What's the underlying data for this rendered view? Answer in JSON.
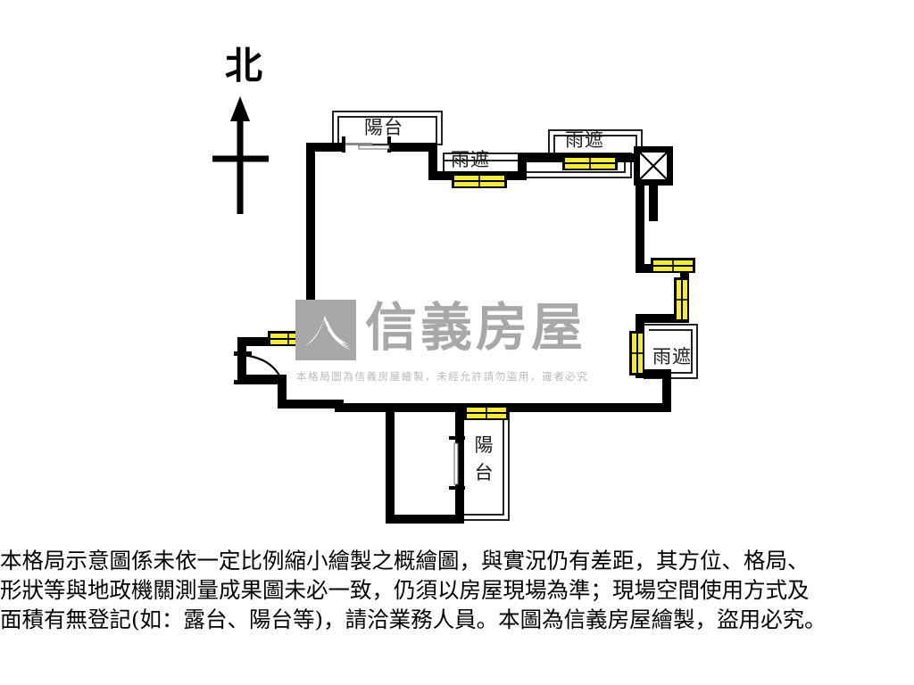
{
  "document": {
    "type": "real-estate-floor-plan",
    "title": "信義房屋 格局圖"
  },
  "compass": {
    "label": "北",
    "icon": "north-arrow-icon",
    "direction": "up"
  },
  "plan": {
    "wall_color": "#000000",
    "window_fill": "#f2ea3c",
    "window_stroke": "#000000",
    "thin_line_color": "#222222",
    "labels": {
      "balcony_top": "陽台",
      "rain_shelter_top_center": "雨遮",
      "rain_shelter_top_right": "雨遮",
      "rain_shelter_right": "雨遮",
      "balcony_bottom": "陽台"
    },
    "elements": [
      {
        "name": "balcony-top",
        "label": "陽台",
        "kind": "balcony"
      },
      {
        "name": "rain-shelter-top-center",
        "label": "雨遮",
        "kind": "rain-shelter"
      },
      {
        "name": "rain-shelter-top-right",
        "label": "雨遮",
        "kind": "rain-shelter"
      },
      {
        "name": "rain-shelter-right",
        "label": "雨遮",
        "kind": "rain-shelter"
      },
      {
        "name": "balcony-bottom",
        "label": "陽台",
        "kind": "balcony"
      },
      {
        "name": "shaft-column",
        "label": "",
        "kind": "pipe-shaft-x"
      },
      {
        "name": "entry-door",
        "label": "",
        "kind": "swing-door"
      },
      {
        "name": "window-left",
        "label": "",
        "kind": "window"
      },
      {
        "name": "window-top-center",
        "label": "",
        "kind": "window"
      },
      {
        "name": "window-top-right",
        "label": "",
        "kind": "window"
      },
      {
        "name": "window-right-upper",
        "label": "",
        "kind": "window"
      },
      {
        "name": "window-right-vertical",
        "label": "",
        "kind": "window"
      },
      {
        "name": "window-right-lower",
        "label": "",
        "kind": "window"
      },
      {
        "name": "window-bottom-balcony",
        "label": "",
        "kind": "window"
      }
    ]
  },
  "watermark": {
    "brand": "信義房屋",
    "notice": "本格局圖為信義房屋繪製，未經允許請勿盜用，違者必究",
    "logo_color": "#a8a8a8",
    "text_color": "#a8a8a8"
  },
  "disclaimer": {
    "line1": "本格局示意圖係未依一定比例縮小繪製之概繪圖，與實況仍有差距，其方位、格局、",
    "line2": "形狀等與地政機關測量成果圖未必一致，仍須以房屋現場為準；現場空間使用方式及",
    "line3": "面積有無登記(如：露台、陽台等)，請洽業務人員。本圖為信義房屋繪製，盜用必究。"
  }
}
